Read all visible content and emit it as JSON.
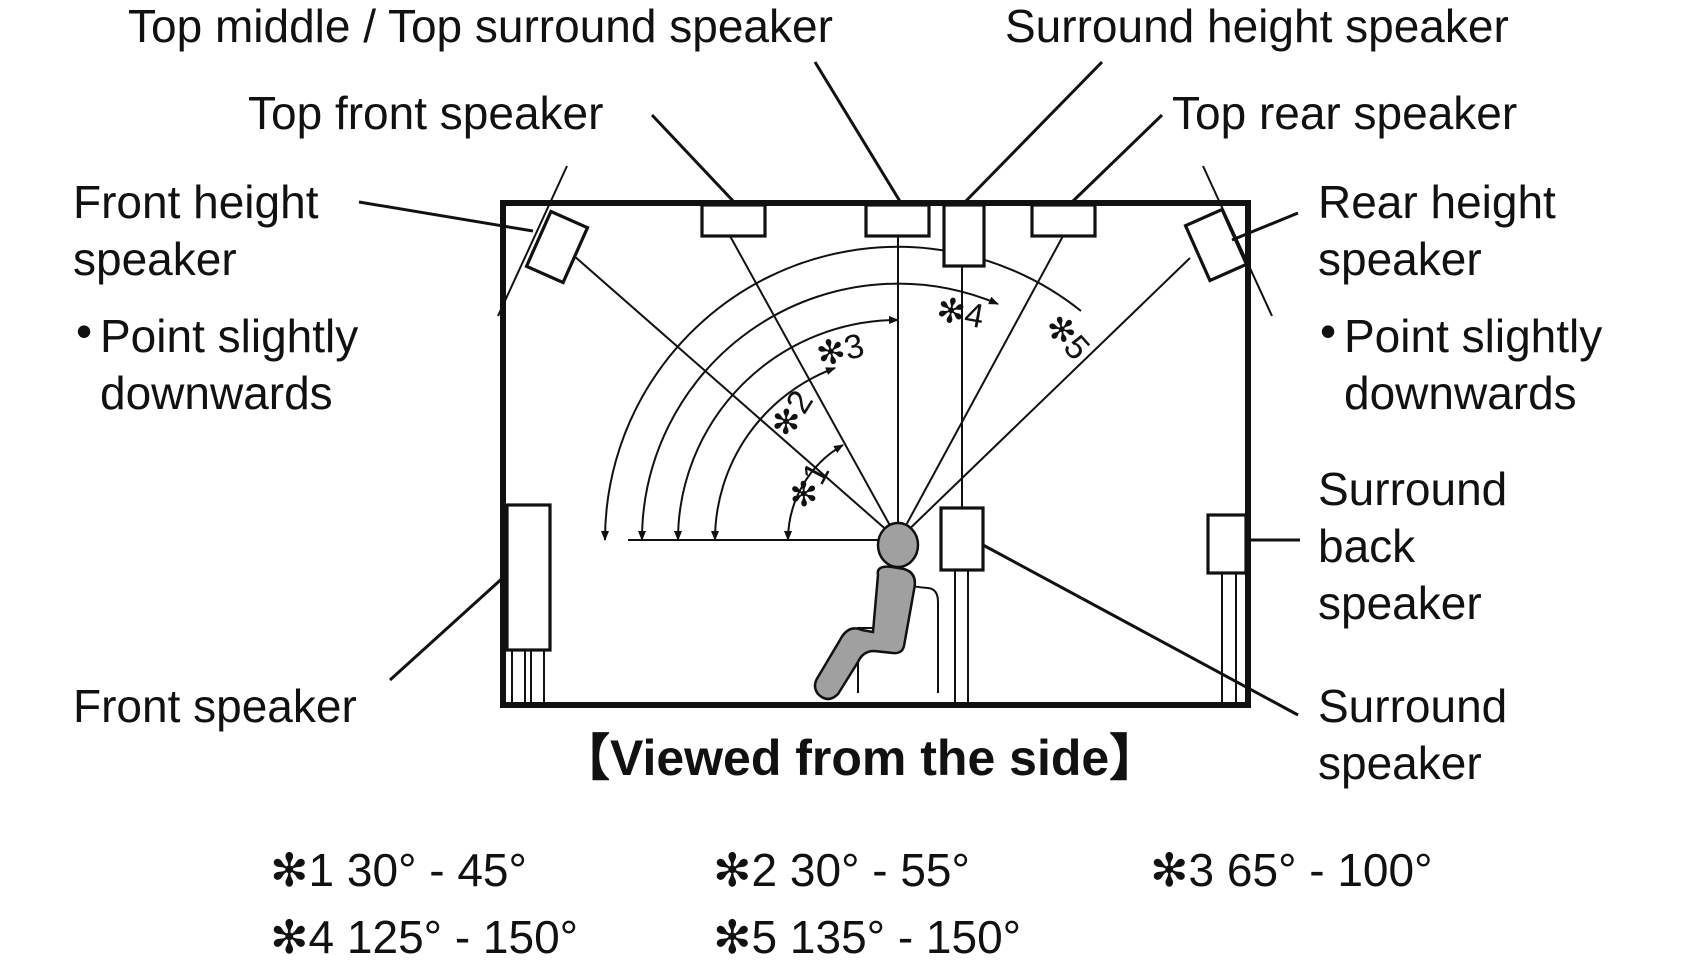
{
  "labels": {
    "top_middle": "Top middle / Top surround speaker",
    "surround_height": "Surround height speaker",
    "top_front": "Top front speaker",
    "top_rear": "Top rear speaker",
    "front_height_1": "Front height",
    "front_height_2": "speaker",
    "front_height_note_1": "Point slightly",
    "front_height_note_2": "downwards",
    "rear_height_1": "Rear height",
    "rear_height_2": "speaker",
    "rear_height_note_1": "Point slightly",
    "rear_height_note_2": "downwards",
    "surround_back_1": "Surround",
    "surround_back_2": "back",
    "surround_back_3": "speaker",
    "front_speaker": "Front speaker",
    "surround_1": "Surround",
    "surround_2": "speaker",
    "bullet": "•"
  },
  "title": "【Viewed from the side】",
  "angle_marks": {
    "m1": "✻1",
    "m2": "✻2",
    "m3": "✻3",
    "m4": "✻4",
    "m5": "✻5"
  },
  "legend": {
    "l1": "✻1 30° - 45°",
    "l2": "✻2 30° - 55°",
    "l3": "✻3 65° - 100°",
    "l4": "✻4 125° - 150°",
    "l5": "✻5 135° - 150°"
  }
}
